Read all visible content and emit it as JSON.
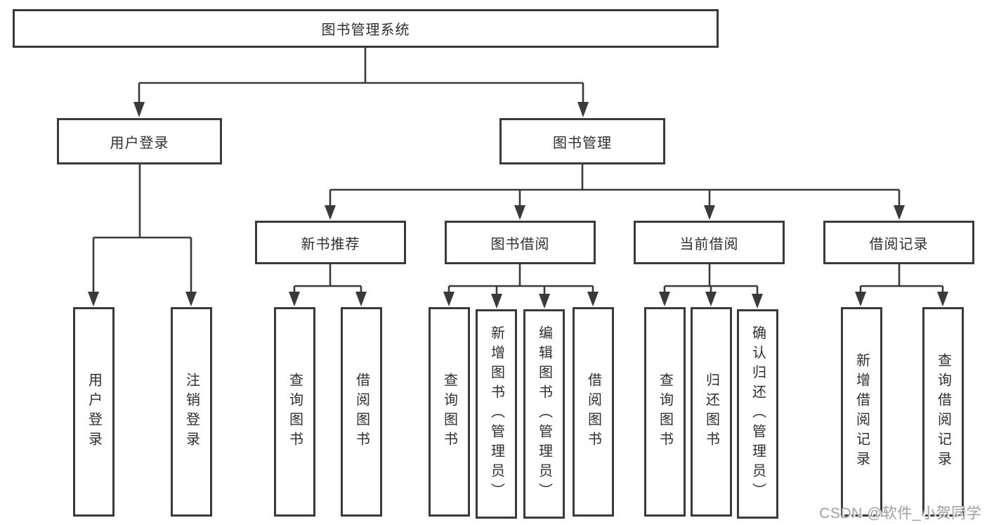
{
  "colors": {
    "background": "#ffffff",
    "line": "#3a3a3a",
    "box_border": "#3a3a3a",
    "text": "#2f2f2f",
    "watermark": "#a3a3a3"
  },
  "tree": {
    "root": {
      "label": "图书管理系统"
    },
    "branches": [
      {
        "label": "用户登录",
        "children": [
          {
            "label": "用户登录"
          },
          {
            "label": "注销登录"
          }
        ]
      },
      {
        "label": "图书管理",
        "groups": [
          {
            "label": "新书推荐",
            "children": [
              {
                "label": "查询图书"
              },
              {
                "label": "借阅图书"
              }
            ]
          },
          {
            "label": "图书借阅",
            "children": [
              {
                "label": "查询图书"
              },
              {
                "label": "新增图书（管理员）"
              },
              {
                "label": "编辑图书（管理员）"
              },
              {
                "label": "借阅图书"
              }
            ]
          },
          {
            "label": "当前借阅",
            "children": [
              {
                "label": "查询图书"
              },
              {
                "label": "归还图书"
              },
              {
                "label": "确认归还（管理员）"
              }
            ]
          },
          {
            "label": "借阅记录",
            "children": [
              {
                "label": "新增借阅记录"
              },
              {
                "label": "查询借阅记录"
              }
            ]
          }
        ]
      }
    ]
  },
  "watermark": {
    "text": "CSDN @软件_小贺同学"
  }
}
